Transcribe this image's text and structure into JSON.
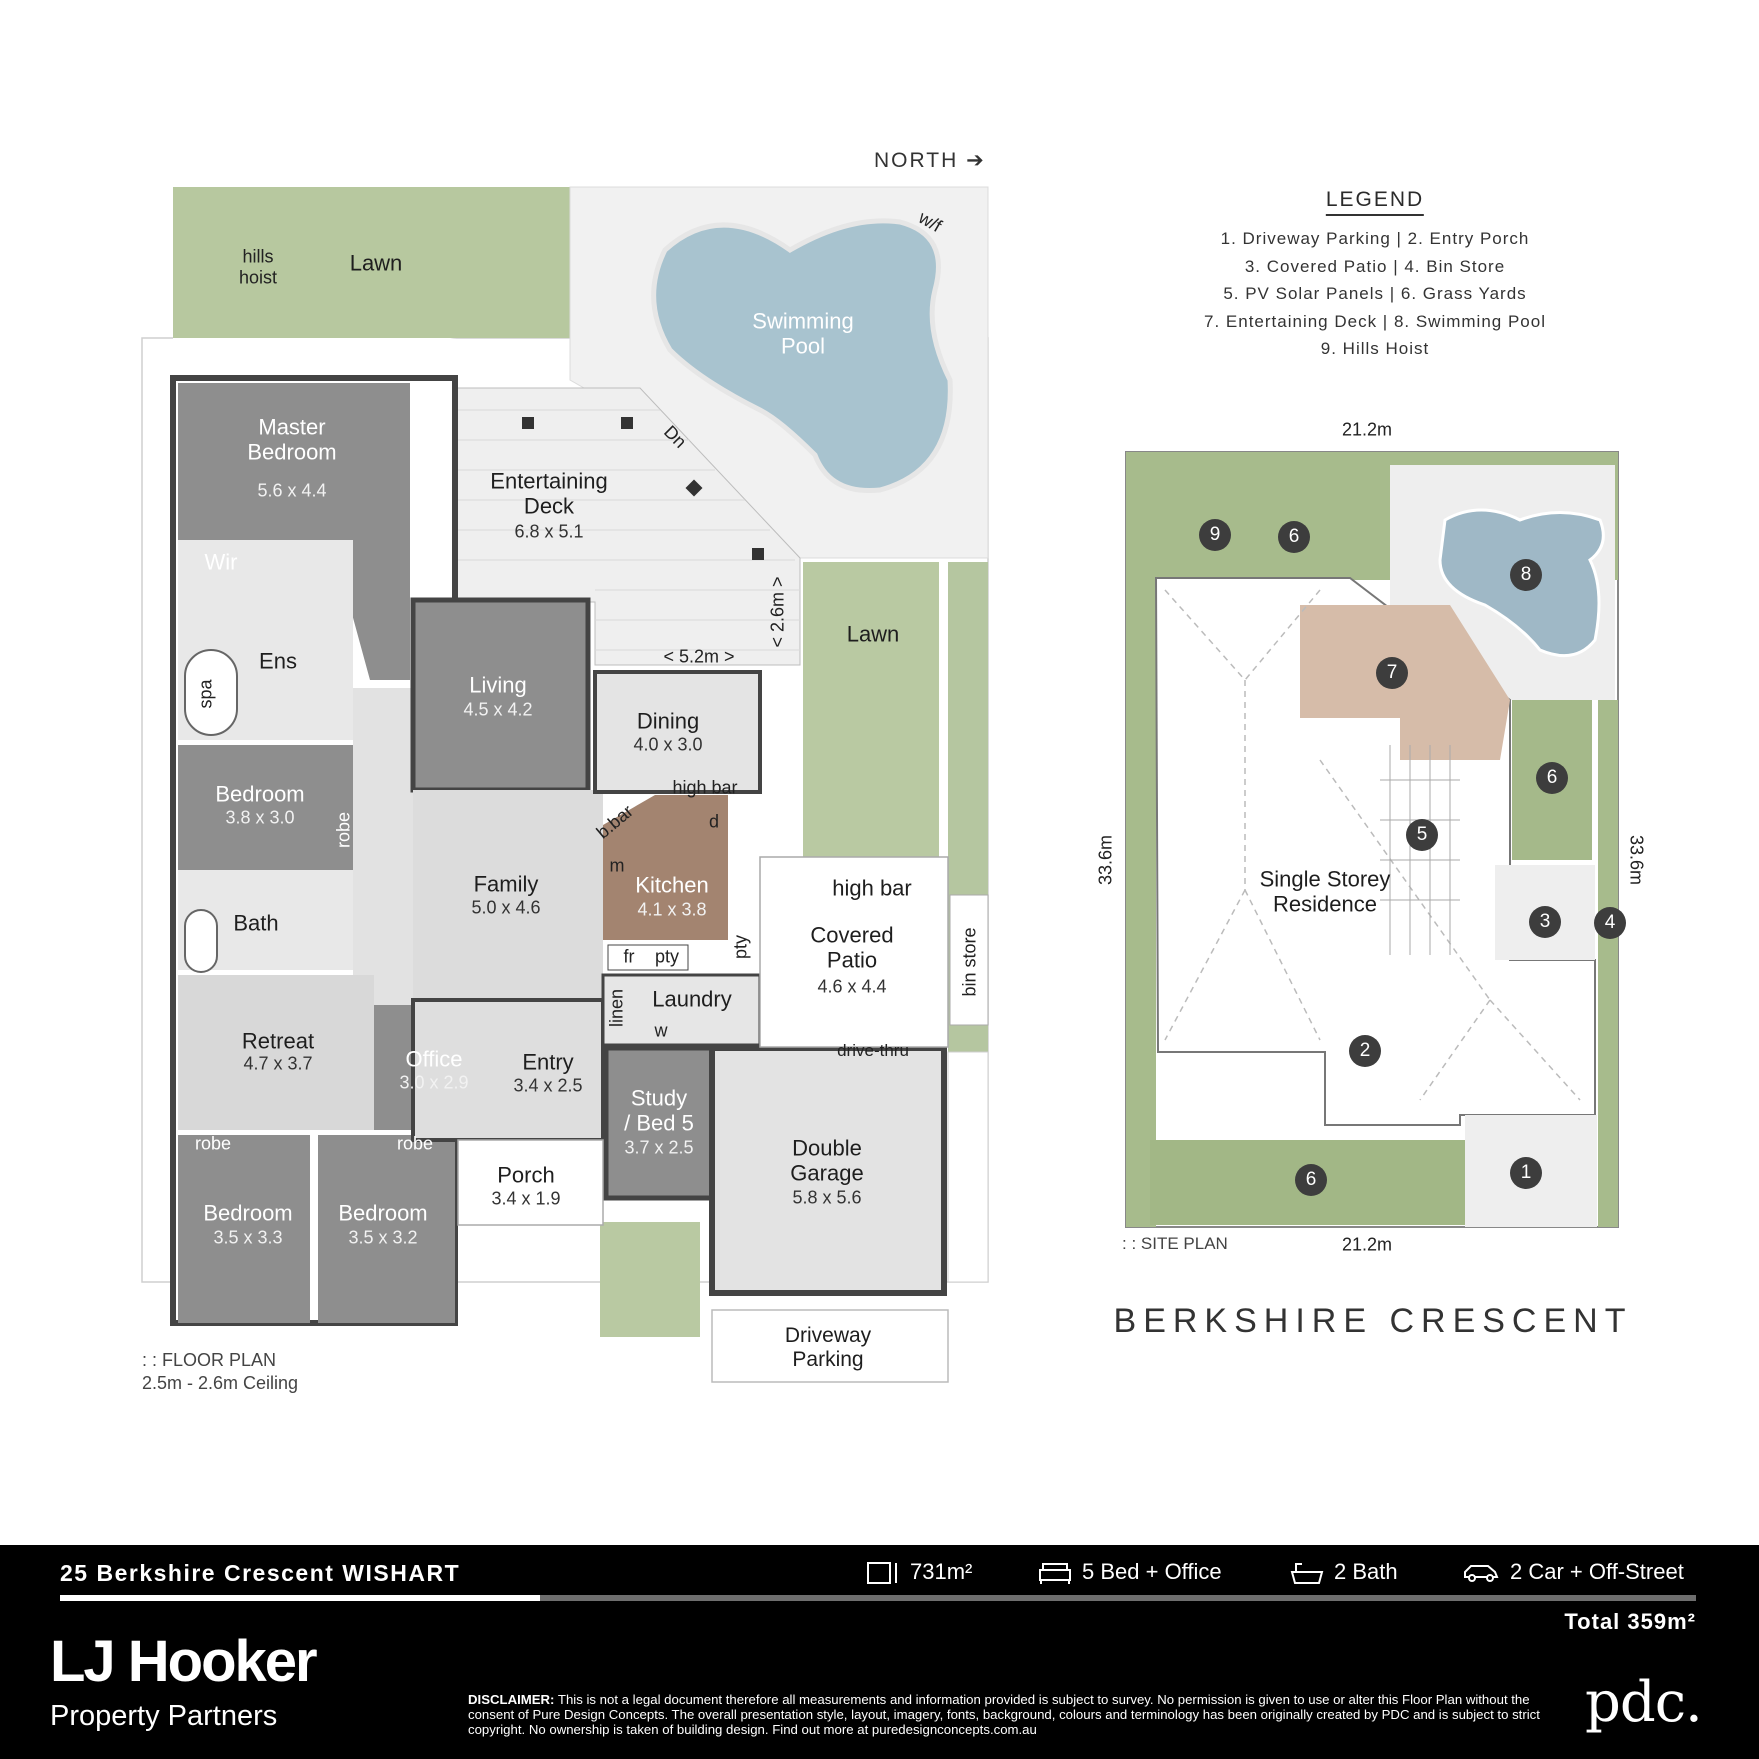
{
  "north_label": "NORTH",
  "floor_plan": {
    "caption": ": : FLOOR PLAN",
    "ceiling": "2.5m - 2.6m Ceiling",
    "rooms": {
      "master": {
        "name_1": "Master",
        "name_2": "Bedroom",
        "dim": "5.6 x 4.4"
      },
      "deck": {
        "name_1": "Entertaining",
        "name_2": "Deck",
        "dim": "6.8 x 5.1"
      },
      "pool": {
        "name_1": "Swimming",
        "name_2": "Pool"
      },
      "living": {
        "name": "Living",
        "dim": "4.5 x 4.2"
      },
      "dining": {
        "name": "Dining",
        "dim": "4.0 x 3.0"
      },
      "bed2": {
        "name": "Bedroom",
        "dim": "3.8 x 3.0"
      },
      "bath": {
        "name": "Bath"
      },
      "ens": {
        "name": "Ens"
      },
      "wir": {
        "name": "Wir"
      },
      "spa": "spa",
      "family": {
        "name": "Family",
        "dim": "5.0 x 4.6"
      },
      "kitchen": {
        "name": "Kitchen",
        "dim": "4.1 x 3.8"
      },
      "laundry": {
        "name": "Laundry"
      },
      "covered_patio": {
        "name_1": "Covered",
        "name_2": "Patio",
        "dim": "4.6 x 4.4"
      },
      "retreat": {
        "name": "Retreat",
        "dim": "4.7 x 3.7"
      },
      "office": {
        "name": "Office",
        "dim": "3.0 x 2.9"
      },
      "entry": {
        "name": "Entry",
        "dim": "3.4 x 2.5"
      },
      "study": {
        "name_1": "Study",
        "name_2": "/ Bed 5",
        "dim": "3.7 x 2.5"
      },
      "garage": {
        "name_1": "Double",
        "name_2": "Garage",
        "dim": "5.8 x 5.6"
      },
      "porch": {
        "name": "Porch",
        "dim": "3.4 x 1.9"
      },
      "bed3": {
        "name": "Bedroom",
        "dim": "3.5 x 3.3"
      },
      "bed4": {
        "name": "Bedroom",
        "dim": "3.5 x 3.2"
      },
      "driveway": {
        "name_1": "Driveway",
        "name_2": "Parking"
      }
    },
    "labels": {
      "lawn_top": "Lawn",
      "lawn_side": "Lawn",
      "hills_hoist_1": "hills",
      "hills_hoist_2": "hoist",
      "wf": "w/f",
      "dn": "Dn",
      "dim_5_2": "< 5.2m >",
      "dim_2_6": "< 2.6m >",
      "high_bar_1": "high bar",
      "high_bar_2": "high bar",
      "bbar": "b.bar",
      "m": "m",
      "d": "d",
      "fr": "fr",
      "pty": "pty",
      "pty2": "pty",
      "linen": "linen",
      "w": "w",
      "robe_side": "robe",
      "robe_1": "robe",
      "robe_2": "robe",
      "drive_thru": "drive-thru",
      "bin_store": "bin store"
    }
  },
  "legend": {
    "title": "LEGEND",
    "rows": [
      "1. Driveway Parking   |   2. Entry Porch",
      "3. Covered Patio   |   4. Bin Store",
      "5. PV Solar Panels  |  6. Grass Yards",
      "7. Entertaining Deck  |  8. Swimming Pool",
      "9. Hills Hoist"
    ]
  },
  "site_plan": {
    "caption": ": : SITE PLAN",
    "width_top": "21.2m",
    "width_bottom": "21.2m",
    "depth_left": "33.6m",
    "depth_right": "33.6m",
    "residence_1": "Single Storey",
    "residence_2": "Residence",
    "markers": [
      "1",
      "2",
      "3",
      "4",
      "5",
      "6",
      "6",
      "6",
      "7",
      "8",
      "9"
    ]
  },
  "street_name": "BERKSHIRE CRESCENT",
  "footer": {
    "address": "25 Berkshire Crescent WISHART",
    "land": "731m²",
    "beds": "5 Bed + Office",
    "baths": "2 Bath",
    "cars": "2 Car + Off-Street",
    "total": "Total 359m²",
    "brand_1": "LJ Hooker",
    "brand_2": "Property Partners",
    "disclaimer_label": "DISCLAIMER:",
    "disclaimer_text": "This is not a legal document therefore all measurements and information provided is subject to survey. No permission is given to use or alter this Floor Plan without the consent of Pure Design Concepts. The overall presentation style, layout, imagery, fonts, background, colours and terminology has been originally created by PDC and is subject to strict copyright. No ownership is taken of building design. Find out more at puredesignconcepts.com.au",
    "pdc": "pdc."
  },
  "colors": {
    "dark_room": "#8e8e8e",
    "light_room": "#d9d9d9",
    "wall": "#444444",
    "lawn": "#b9c9a3",
    "pool": "#a9c3cf",
    "deck_site": "#d7bfae",
    "kitchen": "#a38470",
    "footer": "#000000"
  }
}
